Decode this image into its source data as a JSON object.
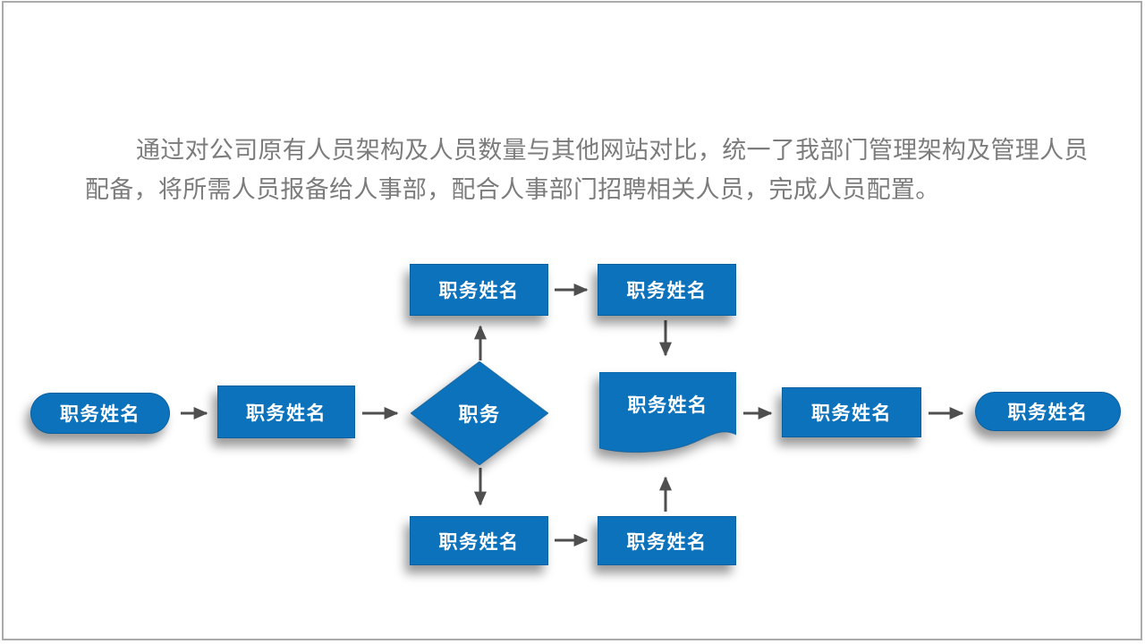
{
  "slide": {
    "intro": {
      "line1": "通过对公司原有人员架构及人员数量与其他网站对比，统一了我部门管理架构及管理人员",
      "line2": "配备，将所需人员报备给人事部，配合人事部门招聘相关人员，完成人员配置。",
      "full_text": "通过对公司原有人员架构及人员数量与其他网站对比，统一了我部门管理架构及管理人员配备，将所需人员报备给人事部，配合人事部门招聘相关人员，完成人员配置。"
    }
  },
  "colors": {
    "shape_blue": "#0d72bc",
    "shape_text_white": "#ffffff",
    "arrow_gray": "#4f4f4f",
    "intro_text_gray": "#7c7c7c",
    "slide_border_gray": "#ababab"
  },
  "flowchart": {
    "nodes": {
      "start_pill": {
        "label": "职务姓名",
        "shape": "terminator"
      },
      "process_1": {
        "label": "职务姓名",
        "shape": "process"
      },
      "decision": {
        "label": "职务",
        "shape": "decision"
      },
      "top_left": {
        "label": "职务姓名",
        "shape": "process"
      },
      "top_right": {
        "label": "职务姓名",
        "shape": "process"
      },
      "document": {
        "label": "职务姓名",
        "shape": "document"
      },
      "process_2": {
        "label": "职务姓名",
        "shape": "process"
      },
      "end_pill": {
        "label": "职务姓名",
        "shape": "terminator"
      },
      "bottom_left": {
        "label": "职务姓名",
        "shape": "process"
      },
      "bottom_right": {
        "label": "职务姓名",
        "shape": "process"
      }
    },
    "connections": [
      {
        "from": "start_pill",
        "to": "process_1"
      },
      {
        "from": "process_1",
        "to": "decision"
      },
      {
        "from": "decision",
        "to": "top_left"
      },
      {
        "from": "top_left",
        "to": "top_right"
      },
      {
        "from": "top_right",
        "to": "document"
      },
      {
        "from": "decision",
        "to": "bottom_left"
      },
      {
        "from": "bottom_left",
        "to": "bottom_right"
      },
      {
        "from": "bottom_right",
        "to": "document"
      },
      {
        "from": "document",
        "to": "process_2"
      },
      {
        "from": "process_2",
        "to": "end_pill"
      }
    ]
  }
}
